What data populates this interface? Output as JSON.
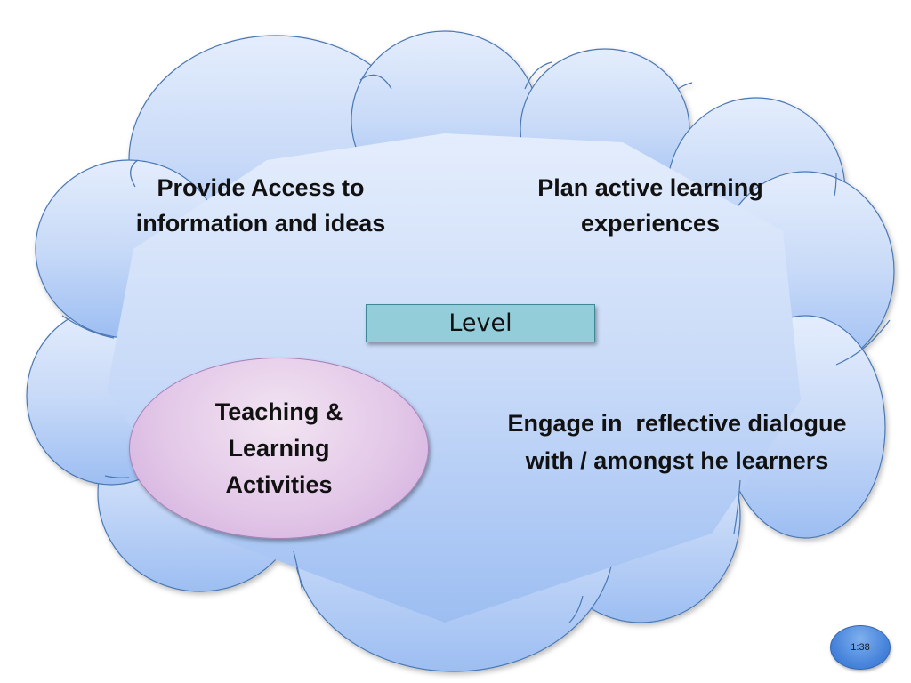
{
  "diagram": {
    "top_left_text": [
      "Provide Access to",
      "information and ideas"
    ],
    "top_right_text": [
      "Plan active learning",
      "experiences"
    ],
    "center_label": "Level",
    "ellipse_text": [
      "Teaching &",
      "Learning",
      "Activities"
    ],
    "bottom_right_text": [
      "Engage in  reflective dialogue",
      "with / amongst he learners"
    ]
  },
  "timer": {
    "label": "1:38"
  },
  "colors": {
    "cloud_fill_top": "#dde8fb",
    "cloud_fill_bottom": "#9fc0f3",
    "cloud_stroke": "#4a78b4",
    "level_fill": "#93cdd9",
    "ellipse_fill": "#e3c8e8",
    "timer_fill": "#4a86dc"
  }
}
